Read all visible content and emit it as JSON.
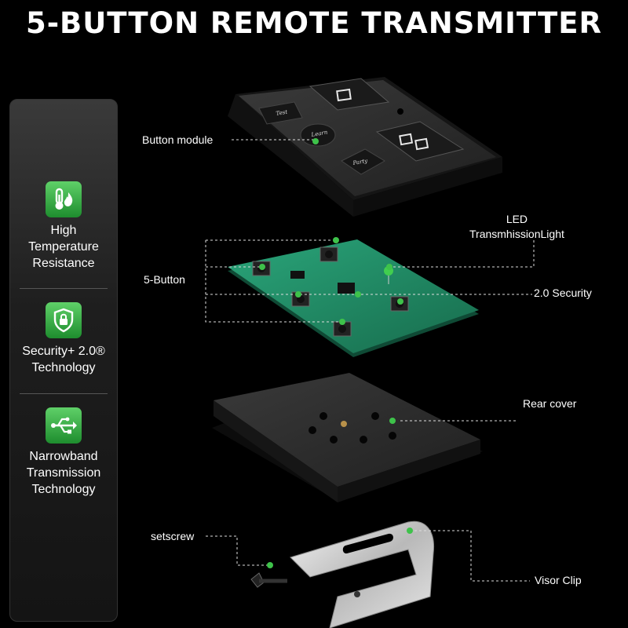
{
  "title": "5-BUTTON REMOTE TRANSMITTER",
  "features": [
    {
      "icon": "thermometer-flame-icon",
      "label": "High\nTemperature\nResistance"
    },
    {
      "icon": "shield-lock-icon",
      "label": "Security+ 2.0®\nTechnology"
    },
    {
      "icon": "usb-icon",
      "label": "Narrowband\nTransmission\nTechnology"
    }
  ],
  "callouts": {
    "button_module": "Button module",
    "led": "LED\nTransmhissionLight",
    "five_button": "5-Button",
    "security": "2.0 Security",
    "rear_cover": "Rear cover",
    "setscrew": "setscrew",
    "visor_clip": "Visor Clip"
  },
  "button_labels": {
    "test": "Test",
    "learn": "Learn",
    "party": "Party"
  },
  "colors": {
    "accent_green": "#3ec24a",
    "background": "#000000",
    "pcb_green": "#1f8a63"
  }
}
